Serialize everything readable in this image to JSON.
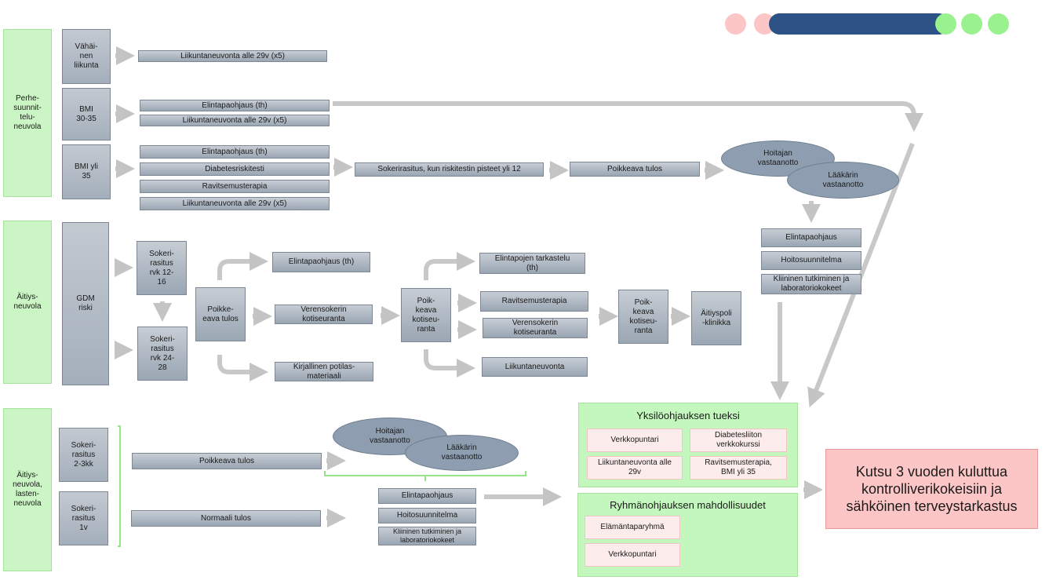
{
  "colors": {
    "category_green": "#cbf5c4",
    "box_gray": "#a4afbb",
    "ellipse": "#8e9eb0",
    "arrow": "#c4c4c4",
    "panel_green": "#c4f7bd",
    "option_pink": "#fdecec",
    "final_pink": "#fcc6c6",
    "bar_navy": "#2d5285",
    "dot_pink": "#fcc6c6",
    "dot_green": "#99f28e"
  },
  "categories": {
    "perhe": "Perhe-\nsuunnit-\ntelu-\nneuvola",
    "aitiys": "Äitiys-\nneuvola",
    "aitiys_lasten": "Äitiys-\nneuvola,\nlasten-\nneuvola"
  },
  "row1": {
    "risk": "Vähäi-\nnen\nliikunta",
    "action": "Liikuntaneuvonta alle 29v (x5)"
  },
  "row2": {
    "risk": "BMI\n30-35",
    "actions": [
      "Elintapaohjaus (th)",
      "Liikuntaneuvonta alle 29v (x5)"
    ]
  },
  "row3": {
    "risk": "BMI yli\n35",
    "actions": [
      "Elintapaohjaus (th)",
      "Diabetesriskitesti",
      "Ravitsemusterapia",
      "Liikuntaneuvonta alle 29v (x5)"
    ],
    "test": "Sokerirasitus, kun riskitestin pisteet yli 12",
    "abnormal": "Poikkeava tulos",
    "nurse": "Hoitajan\nvastaanotto",
    "doctor": "Lääkärin\nvastaanotto",
    "followups": [
      "Elintapaohjaus",
      "Hoitosuunnitelma",
      "Kliininen tutkiminen ja\nlaboratoriokokeet"
    ]
  },
  "gdm": {
    "risk": "GDM\nriski",
    "test1": "Sokeri-\nrasitus\nrvk 12-\n16",
    "test2": "Sokeri-\nrasitus\nrvk 24-\n28",
    "abnormal": "Poikke-\neava tulos",
    "branch": [
      "Elintapaohjaus (th)",
      "Verensokerin\nkotiseuranta",
      "Kirjallinen potilas-\nmateriaali"
    ],
    "abnormal_home": "Poik-\nkeava\nkotiseu-\nranta",
    "branch2": [
      "Elintapojen tarkastelu\n(th)",
      "Ravitsemusterapia",
      "Verensokerin\nkotiseuranta",
      "Liikuntaneuvonta"
    ],
    "abnormal_home2": "Poik-\nkeava\nkotiseu-\nranta",
    "clinic": "Äitiyspoli\n-klinikka"
  },
  "postpartum": {
    "test1": "Sokeri-\nrasitus\n2-3kk",
    "test2": "Sokeri-\nrasitus\n1v",
    "abnormal": "Poikkeava tulos",
    "normal": "Normaali tulos",
    "nurse": "Hoitajan\nvastaanotto",
    "doctor": "Lääkärin\nvastaanotto",
    "followups": [
      "Elintapaohjaus",
      "Hoitosuunnitelma",
      "Kliininen tutkiminen ja\nlaboratoriokokeet"
    ]
  },
  "individual": {
    "title": "Yksilöohjauksen tueksi",
    "items": [
      "Verkkopuntari",
      "Diabetesliiton\nverkkokurssi",
      "Liikuntaneuvonta alle\n29v",
      "Ravitsemusterapia,\nBMI yli 35"
    ]
  },
  "group": {
    "title": "Ryhmänohjauksen mahdollisuudet",
    "items": [
      "Elämäntaparyhmä",
      "Verkkopuntari"
    ]
  },
  "final": "Kutsu 3 vuoden kuluttua kontrolliverikokeisiin ja sähköinen terveystarkastus"
}
